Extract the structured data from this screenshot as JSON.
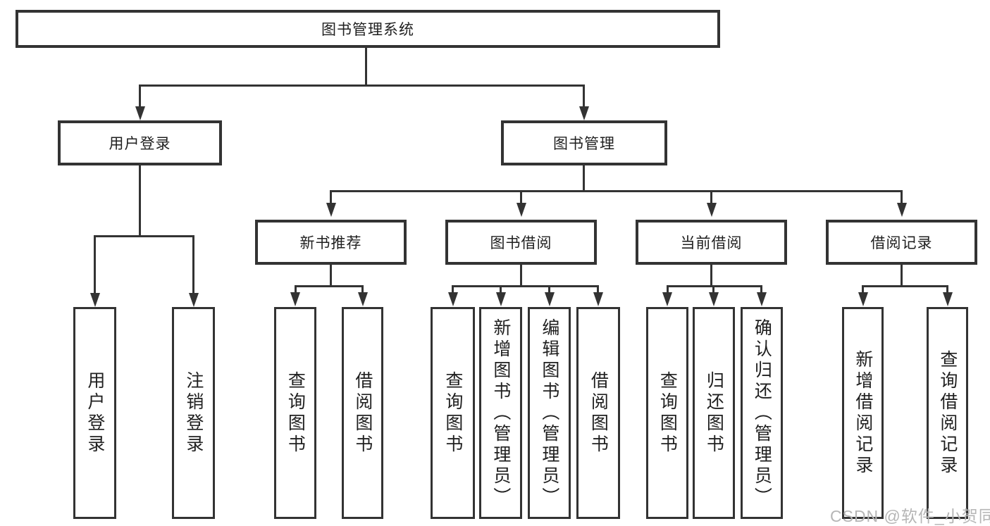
{
  "colors": {
    "line": "#333333",
    "text": "#1f1f1f",
    "box_background": "#ffffff",
    "watermark": "#b6b6b6"
  },
  "diagram": {
    "root": {
      "label": "图书管理系统"
    },
    "branches": [
      {
        "label": "用户登录",
        "children": [
          {
            "label": "用户登录"
          },
          {
            "label": "注销登录"
          }
        ]
      },
      {
        "label": "图书管理",
        "children": [
          {
            "label": "新书推荐",
            "children": [
              {
                "label": "查询图书"
              },
              {
                "label": "借阅图书"
              }
            ]
          },
          {
            "label": "图书借阅",
            "children": [
              {
                "label": "查询图书"
              },
              {
                "label": "新增图书（管理员）"
              },
              {
                "label": "编辑图书（管理员）"
              },
              {
                "label": "借阅图书"
              }
            ]
          },
          {
            "label": "当前借阅",
            "children": [
              {
                "label": "查询图书"
              },
              {
                "label": "归还图书"
              },
              {
                "label": "确认归还（管理员）"
              }
            ]
          },
          {
            "label": "借阅记录",
            "children": [
              {
                "label": "新增借阅记录"
              },
              {
                "label": "查询借阅记录"
              }
            ]
          }
        ]
      }
    ],
    "watermark": "CSDN @软件_小贺同学"
  }
}
